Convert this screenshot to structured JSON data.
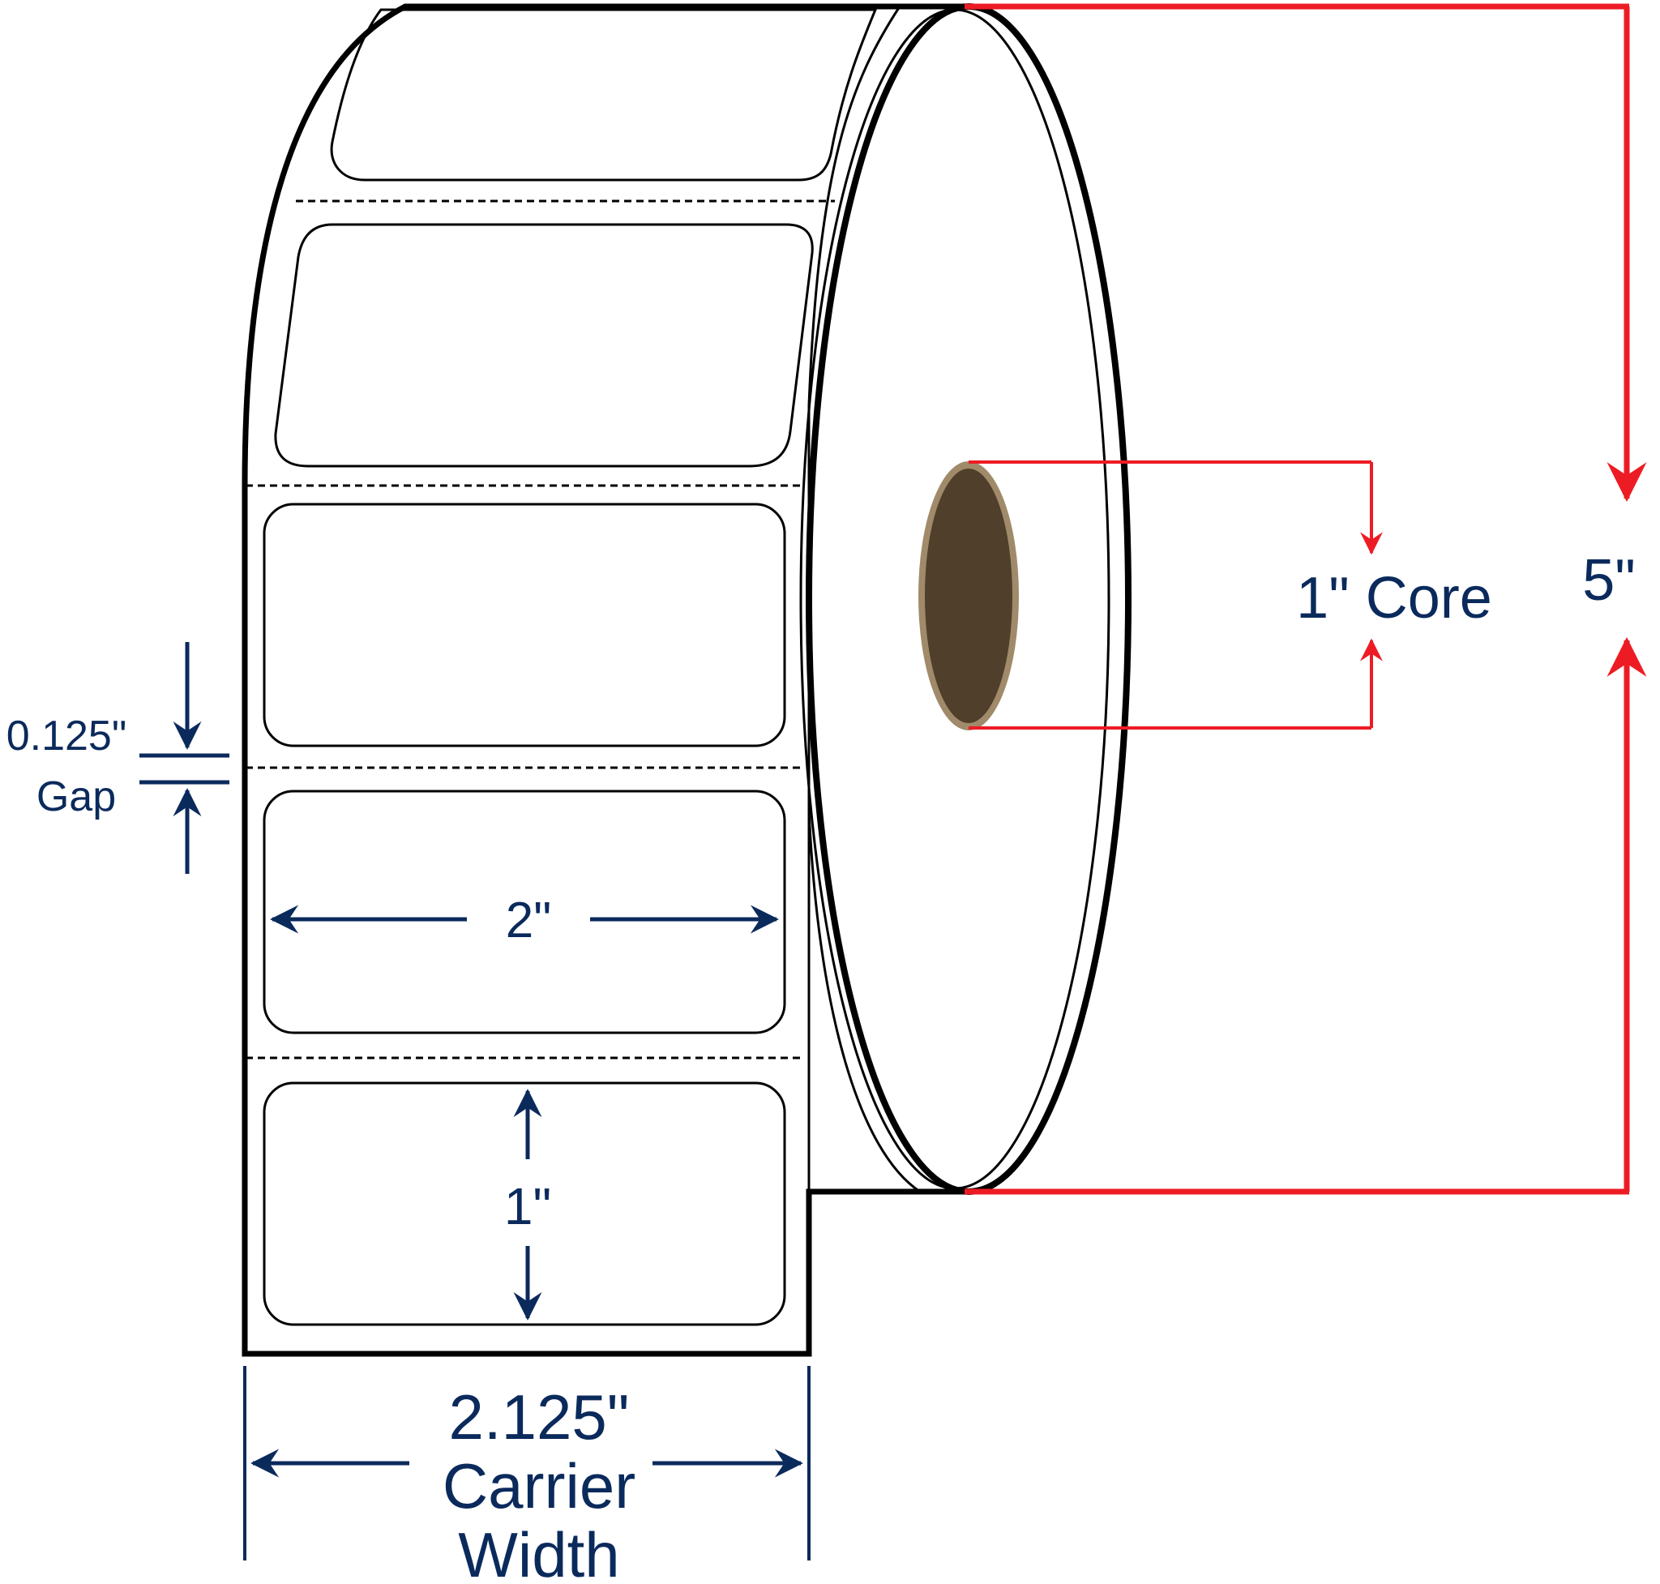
{
  "labels": {
    "gap_value": "0.125\"",
    "gap_word": "Gap",
    "label_width": "2\"",
    "label_height": "1\"",
    "carrier_width_value": "2.125\"",
    "carrier_width_line1": "Carrier",
    "carrier_width_line2": "Width",
    "core": "1\" Core",
    "roll_diameter": "5\""
  },
  "colors": {
    "outline": "#000000",
    "dimension_navy": "#0b2a5c",
    "dimension_red": "#ed1c24",
    "core_fill": "#4f3f2b",
    "core_ring": "#a08a6a"
  }
}
